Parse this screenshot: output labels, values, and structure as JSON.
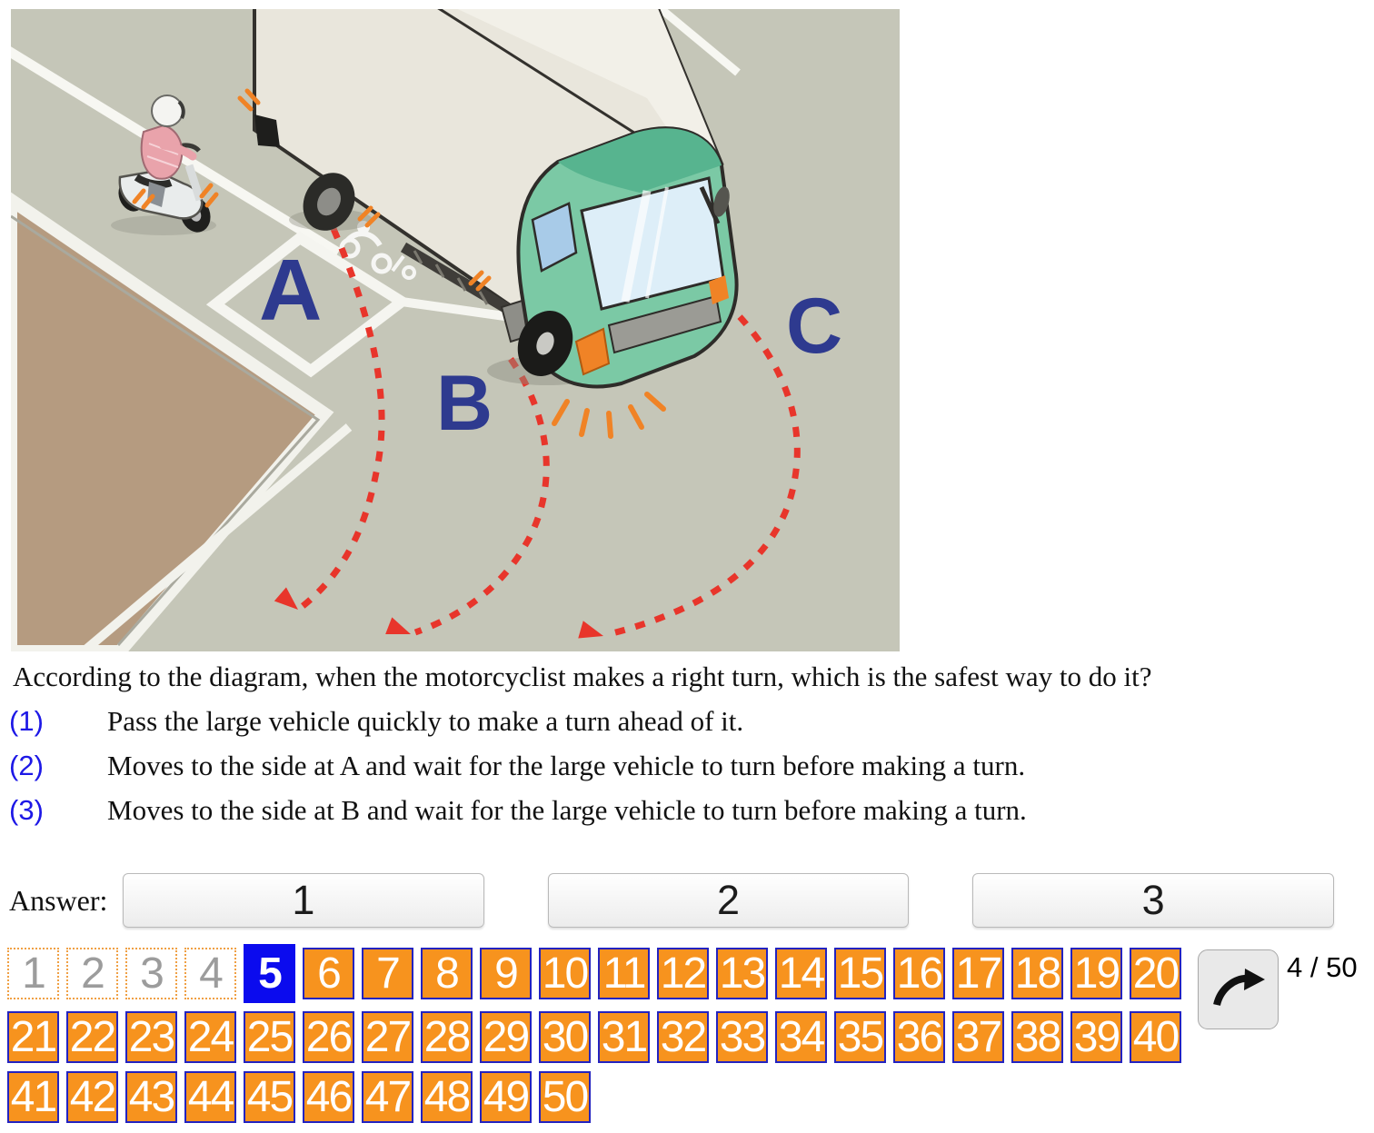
{
  "diagram": {
    "alt": "Road diagram: a motorcyclist waits behind a large green-cab truck signalling a right turn; three dashed red turning paths are marked A, B and C",
    "labels": {
      "a": "A",
      "b": "B",
      "c": "C"
    },
    "colors": {
      "road": "#c5c6b8",
      "sidewalk_brown": "#b59b80",
      "truck_cab_green": "#7bc9a5",
      "cargo_cream": "#e9e6dc",
      "signal_orange": "#f08326",
      "path_red": "#e8352b",
      "label_navy": "#2e3a8f"
    }
  },
  "question": {
    "text": "According to the diagram, when the motorcyclist makes a right turn, which is the safest way to do it?"
  },
  "options": [
    {
      "num": "(1)",
      "text": "Pass the large vehicle quickly to make a turn ahead of it."
    },
    {
      "num": "(2)",
      "text": "Moves to the side at A and wait for the large vehicle to turn before making a turn."
    },
    {
      "num": "(3)",
      "text": "Moves to the side at B and wait for the large vehicle to turn before making a turn."
    }
  ],
  "answer": {
    "label": "Answer:",
    "buttons": [
      {
        "label": "1"
      },
      {
        "label": "2"
      },
      {
        "label": "3"
      }
    ]
  },
  "nav": {
    "total": 50,
    "current": 5,
    "completed_through": 4,
    "progress_label": "4 / 50"
  },
  "theme": {
    "nav-current-bg": "#0b0bee",
    "nav-answered-bg": "#f7931e",
    "nav-answered-border": "#2323c0",
    "nav-disabled-border": "#f0a044",
    "nav-disabled-text": "#9c9c9c",
    "option-number-color": "#1d18e6",
    "path-red": "#e8352b",
    "label-navy": "#2e3a8f"
  }
}
